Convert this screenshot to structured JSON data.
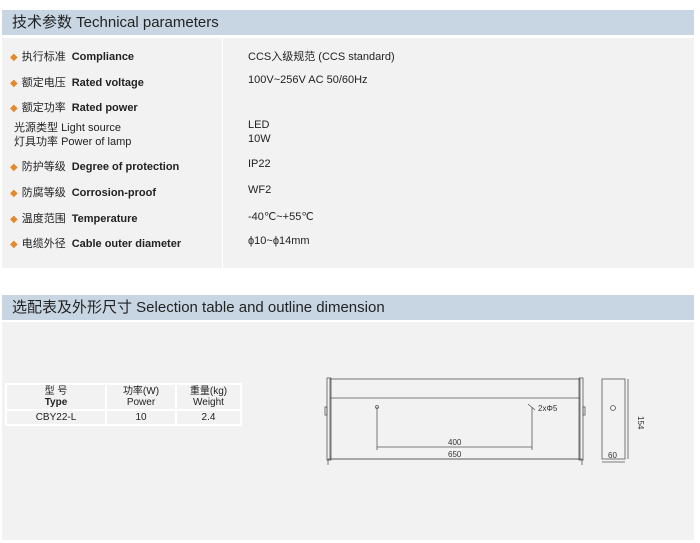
{
  "tech": {
    "title": "技术参数  Technical   parameters",
    "rows": [
      {
        "cn": "执行标准",
        "en": "Compliance",
        "value": "CCS入级规范 (CCS standard)",
        "bullet": true
      },
      {
        "cn": "额定电压",
        "en": "Rated voltage",
        "value": "100V~256V  AC  50/60Hz",
        "bullet": true
      },
      {
        "cn": "额定功率",
        "en": "Rated power",
        "value": "",
        "bullet": true
      },
      {
        "cn": "光源类型",
        "en": "Light source",
        "value": "LED",
        "bullet": false
      },
      {
        "cn": "灯具功率",
        "en": "Power of lamp",
        "value": "10W",
        "bullet": false
      },
      {
        "cn": "防护等级",
        "en": "Degree of protection",
        "value": "IP22",
        "bullet": true
      },
      {
        "cn": "防腐等级",
        "en": "Corrosion-proof",
        "value": "WF2",
        "bullet": true
      },
      {
        "cn": "温度范围",
        "en": "Temperature",
        "value": "-40℃~+55℃",
        "bullet": true
      },
      {
        "cn": "电缆外径",
        "en": "Cable outer diameter",
        "value": "ϕ10~ϕ14mm",
        "bullet": true
      }
    ]
  },
  "selection": {
    "title": "选配表及外形尺寸  Selection table and outline dimension",
    "headers": [
      [
        "型 号",
        "Type"
      ],
      [
        "功率(W)",
        "Power"
      ],
      [
        "重量(kg)",
        "Weight"
      ]
    ],
    "row": [
      "CBY22-L",
      "10",
      "2.4"
    ],
    "dims": {
      "hole": "2xΦ5",
      "spacing": "400",
      "length": "650",
      "height": "154",
      "depth": "60"
    }
  }
}
